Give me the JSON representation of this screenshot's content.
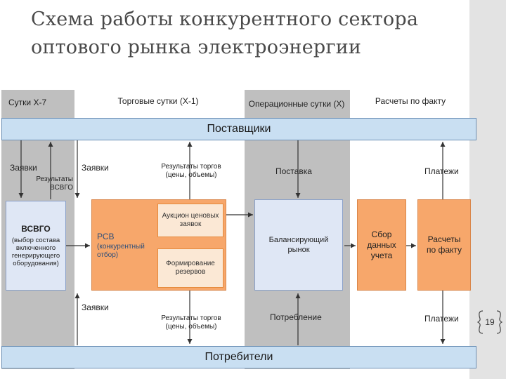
{
  "title": "Схема работы конкурентного сектора оптового рынка электроэнергии",
  "columns": {
    "c1": "Сутки Х-7",
    "c2": "Торговые сутки (Х-1)",
    "c3": "Операционные сутки (Х)",
    "c4": "Расчеты по факту"
  },
  "bands": {
    "suppliers": "Поставщики",
    "consumers": "Потребители"
  },
  "labels": {
    "bids_top_left": "Заявки",
    "results_vsvgo": "Результаты ВСВГО",
    "bids_top": "Заявки",
    "results_top": "Результаты торгов (цены, объемы)",
    "supply": "Поставка",
    "payments_top": "Платежи",
    "bids_bottom": "Заявки",
    "results_bottom": "Результаты торгов (цены, объемы)",
    "consumption": "Потребление",
    "payments_bottom": "Платежи"
  },
  "boxes": {
    "vsvgo_title": "ВСВГО",
    "vsvgo_note": "(выбор состава включенного генерирующего оборудования)",
    "rsv_title": "РСВ",
    "rsv_note": "(конкурентный отбор)",
    "auction": "Аукцион ценовых заявок",
    "reserves": "Формирование резервов",
    "balancing": "Балансирующий рынок",
    "metering": "Сбор данных учета",
    "settlements": "Расчеты по факту"
  },
  "page_number": "19",
  "colors": {
    "gray_column": "#bfbfbf",
    "band_fill": "#c9dff2",
    "orange_box": "#f7a76b",
    "blue_box": "#dfe7f5"
  }
}
